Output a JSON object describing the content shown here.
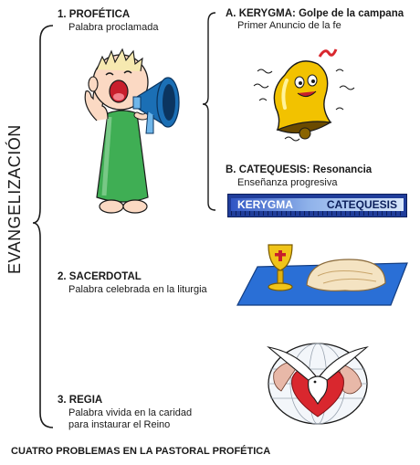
{
  "vertical_title": "EVANGELIZACIÓN",
  "sections": [
    {
      "heading": "1. PROFÉTICA",
      "subtitle": "Palabra proclamada"
    },
    {
      "heading": "2. SACERDOTAL",
      "subtitle": "Palabra celebrada en la liturgia"
    },
    {
      "heading": "3. REGIA",
      "subtitle_lines": [
        "Palabra vivida en la caridad",
        "para instaurar el Reino"
      ]
    }
  ],
  "subsections": [
    {
      "heading": "A. KERYGMA: Golpe de la campana",
      "subtitle": "Primer Anuncio de la fe"
    },
    {
      "heading": "B. CATEQUESIS: Resonancia",
      "subtitle": "Enseñanza progresiva"
    }
  ],
  "ruler": {
    "left_label": "KERYGMA",
    "right_label": "CATEQUESIS"
  },
  "footer": "CUATRO PROBLEMAS EN LA PASTORAL PROFÉTICA",
  "icons": [
    "shouting-child-megaphone-icon",
    "ringing-bell-icon",
    "chalice-bread-icon",
    "dove-heart-globe-icon"
  ],
  "colors": {
    "text": "#1a1a1a",
    "dress": "#3fae54",
    "megaphone": "#1b6fb5",
    "bell": "#f2c200",
    "ruler": "#203d9a",
    "heart": "#d9272e",
    "tablecloth": "#2a6fd6"
  }
}
